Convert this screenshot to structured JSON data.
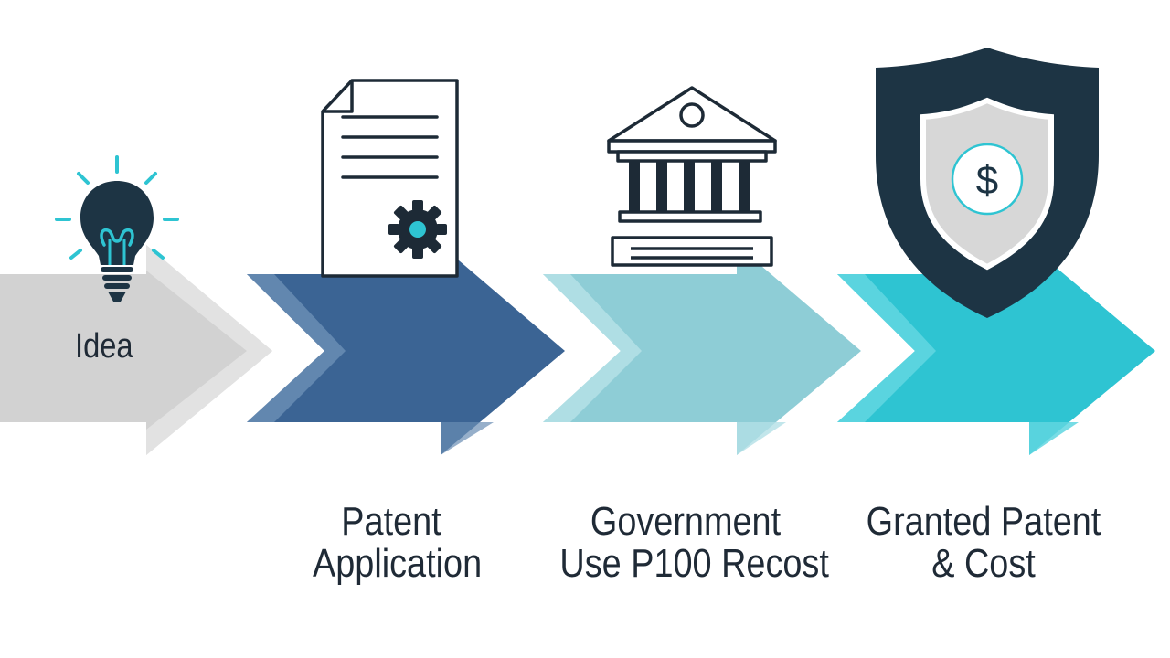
{
  "steps": [
    {
      "id": "idea",
      "label_lines": [
        "Idea"
      ],
      "icon": "lightbulb-icon",
      "arrow_color": "#d2d2d2",
      "arrow_edge_color": "#e3e3e3"
    },
    {
      "id": "patent-application",
      "label_lines": [
        "Patent",
        "Application"
      ],
      "icon": "document-gear-icon",
      "arrow_color": "#3b6494",
      "arrow_edge_color": "#6a8db4"
    },
    {
      "id": "government",
      "label_lines": [
        "Government",
        "Use P100 Recost"
      ],
      "icon": "bank-building-icon",
      "arrow_color": "#8ecdd6",
      "arrow_edge_color": "#b3e0e6"
    },
    {
      "id": "granted-patent",
      "label_lines": [
        "Granted Patent",
        "& Cost"
      ],
      "icon": "shield-dollar-icon",
      "arrow_color": "#2ec4d2",
      "arrow_edge_color": "#5fd6e0"
    }
  ],
  "colors": {
    "ink": "#1f2a36",
    "accent": "#2ec4d2",
    "shield": "#1d3444",
    "shield_inner": "#d7d7d7"
  },
  "icons": {
    "dollar_symbol": "$"
  }
}
